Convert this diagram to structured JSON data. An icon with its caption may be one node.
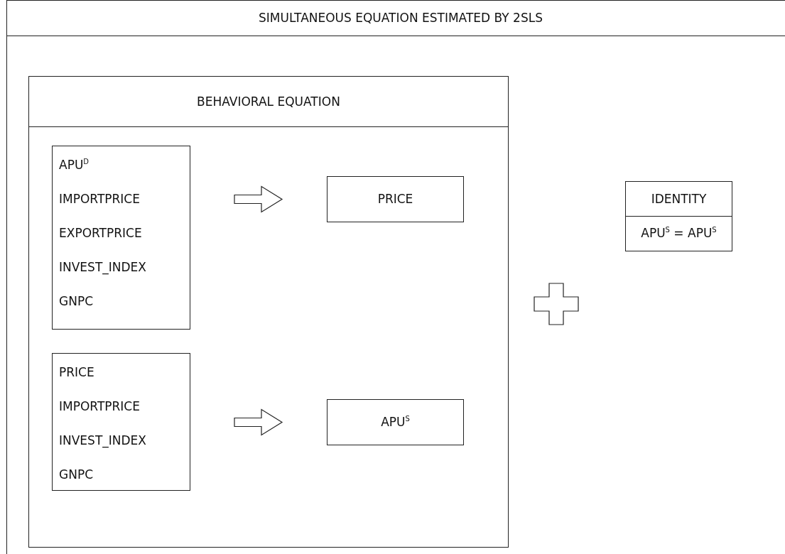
{
  "diagram": {
    "nodes": [
      {
        "text": [
          "SIMULTANEOUS EQUATION ESTIMATED BY 2SLS"
        ]
      },
      {
        "text": [
          "BEHAVIORAL EQUATION"
        ],
        "in": 0
      },
      {
        "text": [
          "APU$^{D}$",
          "IMPORTPRICE",
          "EXPORTPRICE",
          "INVEST_INDEX",
          "GNPC"
        ],
        "in": 1
      },
      {
        "text": [
          "PRICE"
        ],
        "in": 1
      },
      {
        "text": [
          "PRICE",
          "IMPORTPRICE",
          "INVEST_INDEX",
          "GNPC"
        ],
        "in": 1
      },
      {
        "text": [
          "APU$^{S}$"
        ],
        "in": 1
      },
      {
        "text": [
          "IDENTITY",
          "APU$^{S}$ = APU$^{S}$"
        ],
        "in": 0
      }
    ],
    "edges": [
      {
        "from": 2,
        "to": 3,
        "arrow": "to"
      },
      {
        "from": 4,
        "to": 5,
        "arrow": "to"
      }
    ]
  }
}
